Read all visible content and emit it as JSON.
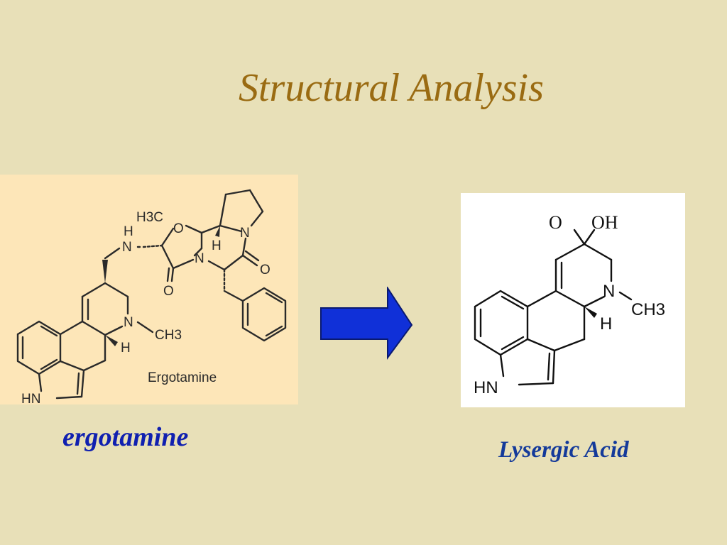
{
  "slide": {
    "title": "Structural Analysis"
  },
  "left_structure": {
    "caption": "ergotamine",
    "figure_label": "Ergotamine",
    "atom_labels": {
      "h3c": "H3C",
      "o_ring": "O",
      "nh_h": "H",
      "nh_n": "N",
      "h_bridge": "H",
      "n_ring": "N",
      "n_pyrrolidine": "N",
      "o_carbonyl1": "O",
      "o_carbonyl2": "O",
      "n_methyl": "N",
      "ch3": "CH3",
      "h_stereo": "H",
      "hn": "HN"
    }
  },
  "right_structure": {
    "caption": "Lysergic Acid",
    "atom_labels": {
      "o": "O",
      "oh": "OH",
      "n": "N",
      "ch3": "CH3",
      "h": "H",
      "hn": "HN"
    }
  },
  "arrow": {
    "direction": "right",
    "color": "#1030d8"
  },
  "colors": {
    "background": "#e8e0b8",
    "title": "#9a6b12",
    "caption": "#1020b0",
    "left_panel": "#fde6b8",
    "right_panel": "#ffffff"
  }
}
